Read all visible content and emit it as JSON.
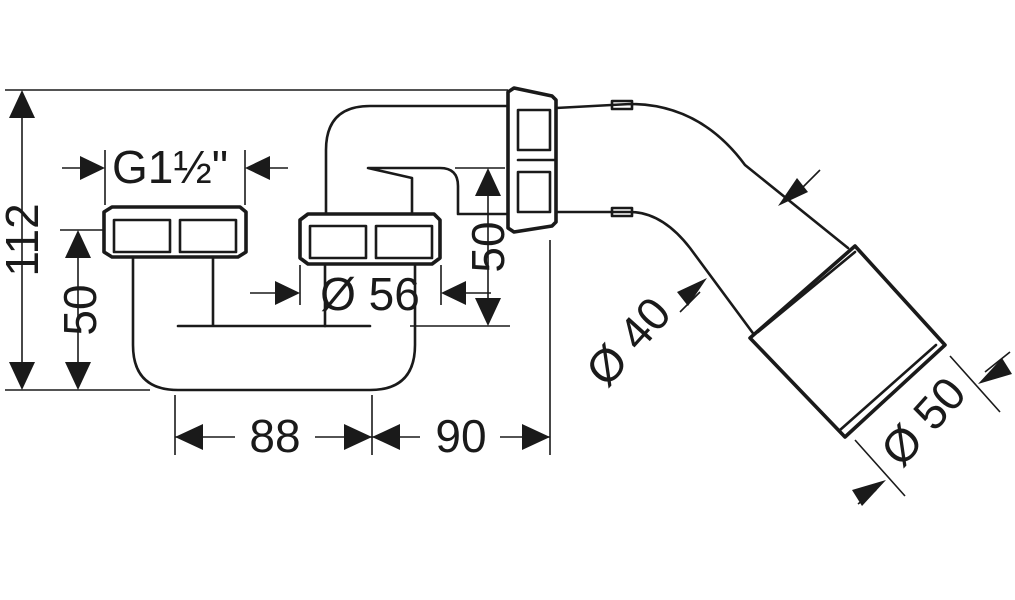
{
  "dimensions": {
    "thread": "G1½\"",
    "overall_height": "112",
    "inlet_height": "50",
    "outlet_drop": "50",
    "diameter_56": "Ø 56",
    "length_88": "88",
    "length_90": "90",
    "diameter_40": "Ø 40",
    "diameter_50": "Ø 50"
  },
  "colors": {
    "line": "#1a1a1a",
    "background": "#ffffff"
  }
}
